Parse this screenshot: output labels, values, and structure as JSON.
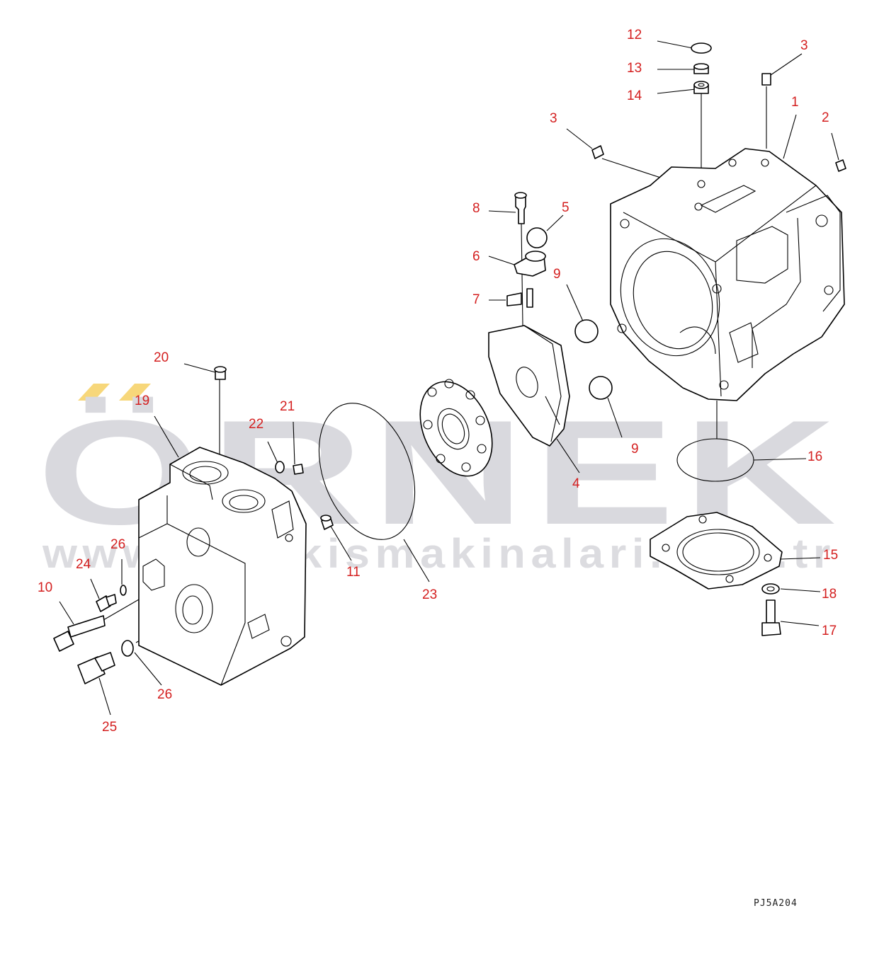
{
  "diagram": {
    "drawing_code": "PJ5A204",
    "watermark": {
      "brand": "ÖRNEK",
      "url": "www.ornekismakinalari.com.tr",
      "accent_color": "#f7d77a"
    },
    "callouts": [
      {
        "label": "1"
      },
      {
        "label": "2"
      },
      {
        "label": "3"
      },
      {
        "label": "3"
      },
      {
        "label": "4"
      },
      {
        "label": "5"
      },
      {
        "label": "6"
      },
      {
        "label": "7"
      },
      {
        "label": "8"
      },
      {
        "label": "9"
      },
      {
        "label": "9"
      },
      {
        "label": "10"
      },
      {
        "label": "11"
      },
      {
        "label": "12"
      },
      {
        "label": "13"
      },
      {
        "label": "14"
      },
      {
        "label": "15"
      },
      {
        "label": "16"
      },
      {
        "label": "17"
      },
      {
        "label": "18"
      },
      {
        "label": "19"
      },
      {
        "label": "20"
      },
      {
        "label": "21"
      },
      {
        "label": "22"
      },
      {
        "label": "23"
      },
      {
        "label": "24"
      },
      {
        "label": "25"
      },
      {
        "label": "26"
      },
      {
        "label": "26"
      }
    ],
    "label_color": "#d42020"
  }
}
